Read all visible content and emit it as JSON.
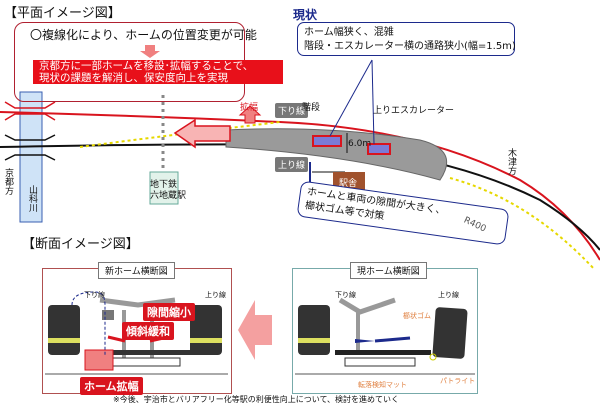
{
  "plan": {
    "title": "【平面イメージ図】",
    "proposal_line": "〇複線化により、ホームの位置変更が可能",
    "proposal_highlight": [
      "京都方に一部ホームを移設･拡幅することで、",
      "現状の課題を解消し、保安度向上を実現"
    ],
    "current_label": "現状",
    "current_issues": [
      "ホーム幅狭く、混雑",
      "階段・エスカレーター横の通路狭小(幅=1.5m)"
    ],
    "widen_label": "拡幅",
    "down_line": "下り線",
    "up_line": "上り線",
    "stairs": "階段",
    "up_escalator": "上りエスカレーター",
    "width_label": "6.0m",
    "station_building": "駅舎",
    "kizu_dir": "木津方",
    "kyoto_dir": "京都方",
    "river": "山科川",
    "subway": [
      "地下鉄",
      "六地蔵駅"
    ],
    "gap_note": [
      "ホームと車両の隙間が大きく、",
      "櫛状ゴム等で対策"
    ],
    "radius": "R400"
  },
  "section": {
    "title": "【断面イメージ図】",
    "new": {
      "title": "新ホーム横断図",
      "down": "下り線",
      "up": "上り線",
      "gap": "隙間縮小",
      "slope": "傾斜緩和",
      "widen": "ホーム拡幅"
    },
    "current": {
      "title": "現ホーム横断図",
      "down": "下り線",
      "up": "上り線",
      "rubber": "櫛状ゴム",
      "light": "パトライト",
      "mat": "転落検知マット"
    }
  },
  "footnote": "※今後、宇治市とバリアフリー化等駅の利便性向上について、検討を進めていく",
  "colors": {
    "red": "#d9141e",
    "blue": "#1c2a8c",
    "gray": "#9a9a9a",
    "brown": "#a0522d",
    "pink": "#f08080"
  }
}
